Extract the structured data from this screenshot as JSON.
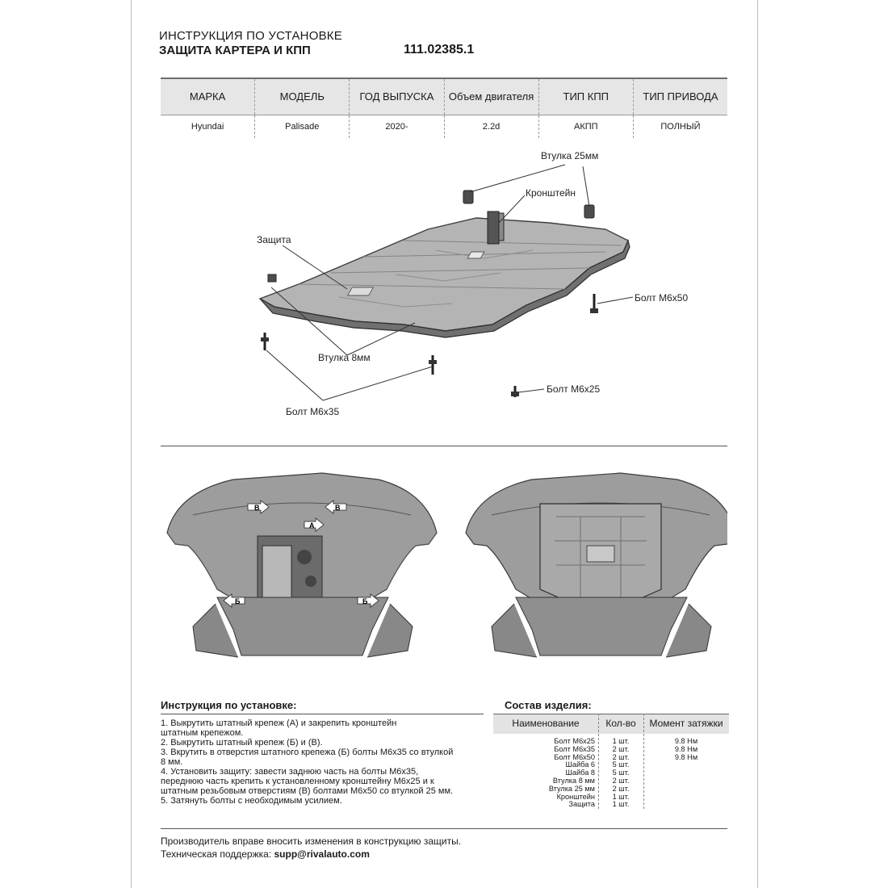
{
  "header": {
    "line1": "ИНСТРУКЦИЯ ПО УСТАНОВКЕ",
    "line2": "ЗАЩИТА КАРТЕРА И КПП",
    "part_number": "111.02385.1"
  },
  "spec_table": {
    "headers": [
      "МАРКА",
      "МОДЕЛЬ",
      "ГОД ВЫПУСКА",
      "Объем двигателя",
      "ТИП КПП",
      "ТИП ПРИВОДА"
    ],
    "values": [
      "Hyundai",
      "Palisade",
      "2020-",
      "2.2d",
      "АКПП",
      "ПОЛНЫЙ"
    ]
  },
  "diagram": {
    "labels": {
      "bushing25": "Втулка 25мм",
      "bracket": "Кронштейн",
      "shield": "Защита",
      "bolt50": "Болт М6х50",
      "bushing8": "Втулка 8мм",
      "bolt25": "Болт М6х25",
      "bolt35": "Болт М6х35"
    },
    "markers": {
      "a": "А",
      "b": "В",
      "c": "Б"
    }
  },
  "instructions": {
    "title": "Инструкция по установке:",
    "steps": [
      "1. Выкрутить штатный крепеж (А) и закрепить кронштейн",
      "штатным крепежом.",
      "2. Выкрутить штатный крепеж (Б) и (В).",
      "3. Вкрутить в отверстия штатного крепежа (Б) болты М6х35 со втулкой",
      "8 мм.",
      "4. Установить защиту: завести заднюю часть на болты М6х35,",
      "переднюю часть крепить к установленному кронштейну М6х25 и к",
      "штатным резьбовым отверстиям (В) болтами М6х50 со втулкой 25 мм.",
      "5. Затянуть болты с необходимым усилием."
    ]
  },
  "composition": {
    "title": "Состав изделия:",
    "headers": {
      "name": "Наименование",
      "qty": "Кол-во",
      "torque": "Момент затяжки"
    },
    "items": [
      {
        "name": "Болт М6х25",
        "qty": "1 шт.",
        "torque": "9.8 Нм"
      },
      {
        "name": "Болт М6х35",
        "qty": "2 шт.",
        "torque": "9.8 Нм"
      },
      {
        "name": "Болт М6х50",
        "qty": "2 шт.",
        "torque": "9.8 Нм"
      },
      {
        "name": "Шайба 6",
        "qty": "5 шт.",
        "torque": ""
      },
      {
        "name": "Шайба 8",
        "qty": "5 шт.",
        "torque": ""
      },
      {
        "name": "Втулка 8 мм",
        "qty": "2 шт.",
        "torque": ""
      },
      {
        "name": "Втулка 25 мм",
        "qty": "2 шт.",
        "torque": ""
      },
      {
        "name": "Кронштейн",
        "qty": "1 шт.",
        "torque": ""
      },
      {
        "name": "Защита",
        "qty": "1 шт.",
        "torque": ""
      }
    ]
  },
  "footer": {
    "note": "Производитель вправе вносить изменения в конструкцию защиты.",
    "support_label": "Техническая поддержка: ",
    "support_email": "supp@rivalauto.com"
  }
}
